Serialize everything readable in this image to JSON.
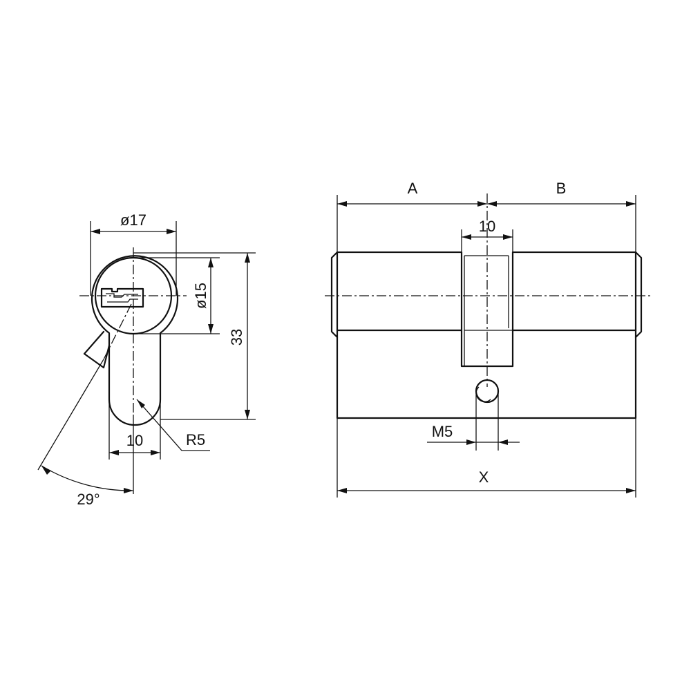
{
  "side_view": {
    "diameter_outer": "ø17",
    "diameter_inner": "ø15",
    "height": "33",
    "cam_width": "10",
    "radius": "R5",
    "angle": "29°"
  },
  "front_view": {
    "length_a": "A",
    "length_b": "B",
    "center_width": "10",
    "screw_thread": "M5",
    "total_length": "X"
  }
}
